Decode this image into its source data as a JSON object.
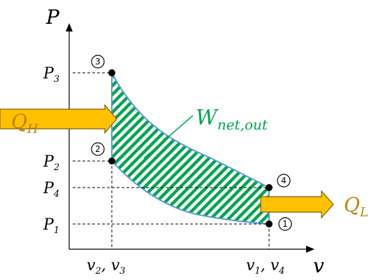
{
  "axes": {
    "y_label": "P",
    "x_label": "v"
  },
  "pressure_labels": [
    {
      "letter": "P",
      "sub": "3"
    },
    {
      "letter": "P",
      "sub": "2"
    },
    {
      "letter": "P",
      "sub": "4"
    },
    {
      "letter": "P",
      "sub": "1"
    }
  ],
  "volume_labels": {
    "left": {
      "a": "v",
      "a_sub": "2",
      "sep": ", ",
      "b": "v",
      "b_sub": "3"
    },
    "right": {
      "a": "v",
      "a_sub": "1",
      "sep": ", ",
      "b": "v",
      "b_sub": "4"
    }
  },
  "states": [
    "3",
    "2",
    "4",
    "1"
  ],
  "heat": {
    "in": {
      "letter": "Q",
      "sub": "H"
    },
    "out": {
      "letter": "Q",
      "sub": "L"
    }
  },
  "work": {
    "letter": "W",
    "sub": "net,out"
  },
  "colors": {
    "arrow_fill": "#FFC000",
    "arrow_stroke": "#7F6000",
    "heat_text": "#B8860B",
    "work_green": "#00A550",
    "curve_blue": "#5B9BD5"
  }
}
